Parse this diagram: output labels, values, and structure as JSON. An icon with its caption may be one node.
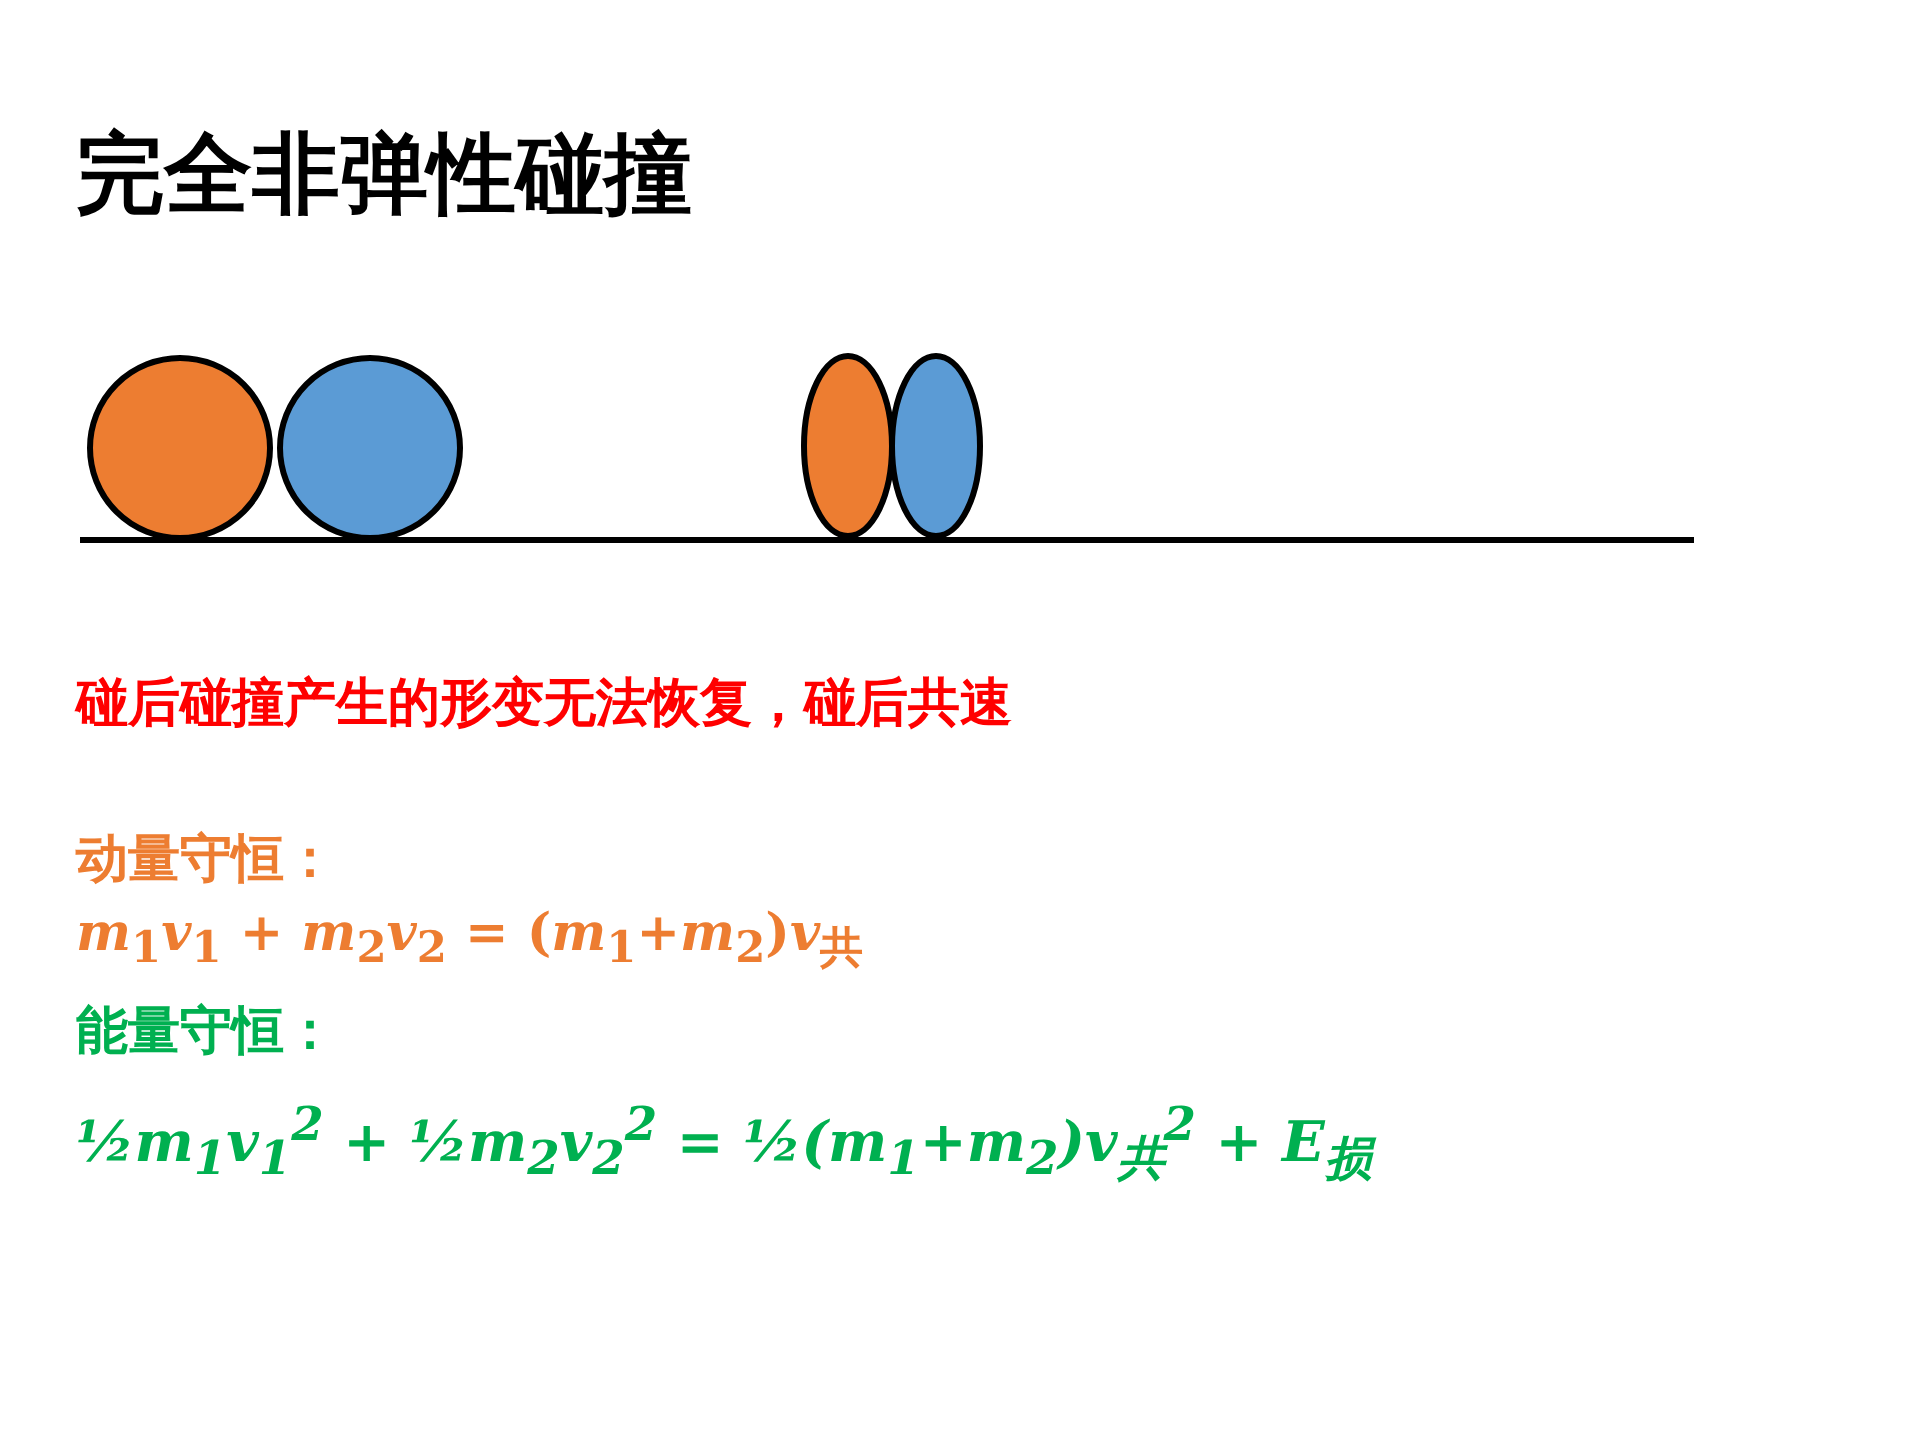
{
  "diagram": {
    "title": "完全非弹性碰撞",
    "labels": [
      "碰后碰撞产生的形变无法恢复，碰后共速",
      "动量守恒：",
      "*m*$_{1}$*v*$_{1}$ + *m*$_{2}$*v*$_{2}$ = (*m*$_{1}$+*m*$_{2}$)*v*$_{共}$",
      "能量守恒：",
      "½m$_{1}$v$_{1}$$^{2}$ + ½m$_{2}$v$_{2}$$^{2}$ = ½(m$_{1}$+m$_{2}$)v$_{共}$$^{2}$ + E$_{损}$"
    ]
  }
}
